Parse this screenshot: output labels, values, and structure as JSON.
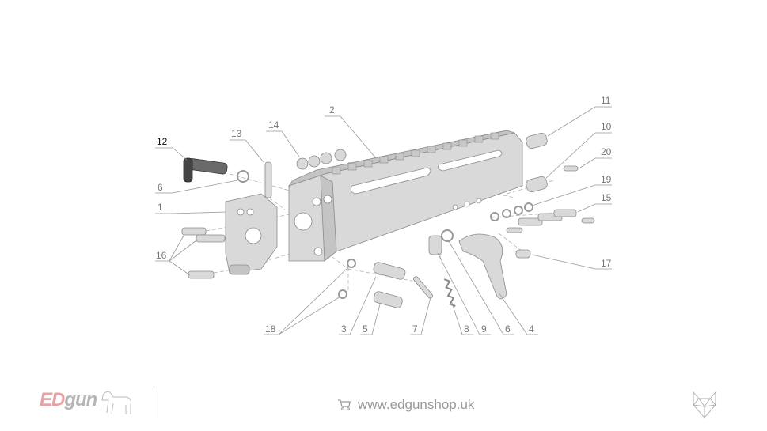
{
  "diagram": {
    "part_labels": {
      "p1": "1",
      "p2": "2",
      "p3": "3",
      "p4": "4",
      "p5": "5",
      "p6a": "6",
      "p6b": "6",
      "p7": "7",
      "p8": "8",
      "p9": "9",
      "p10": "10",
      "p11": "11",
      "p12": "12",
      "p13": "13",
      "p14": "14",
      "p15": "15",
      "p16": "16",
      "p17": "17",
      "p18": "18",
      "p19": "19",
      "p20": "20"
    },
    "highlighted_part": "12"
  },
  "footer": {
    "logo_ed": "ED",
    "logo_gun": "gun",
    "shop_icon": "shopping-cart-icon",
    "shop_url": "www.edgunshop.uk",
    "brand_icon": "fox-head-icon"
  },
  "colors": {
    "logo_ed": "#e8a1a5",
    "logo_gun": "#b5b5b5",
    "label": "#777777",
    "highlight": "#111111"
  }
}
